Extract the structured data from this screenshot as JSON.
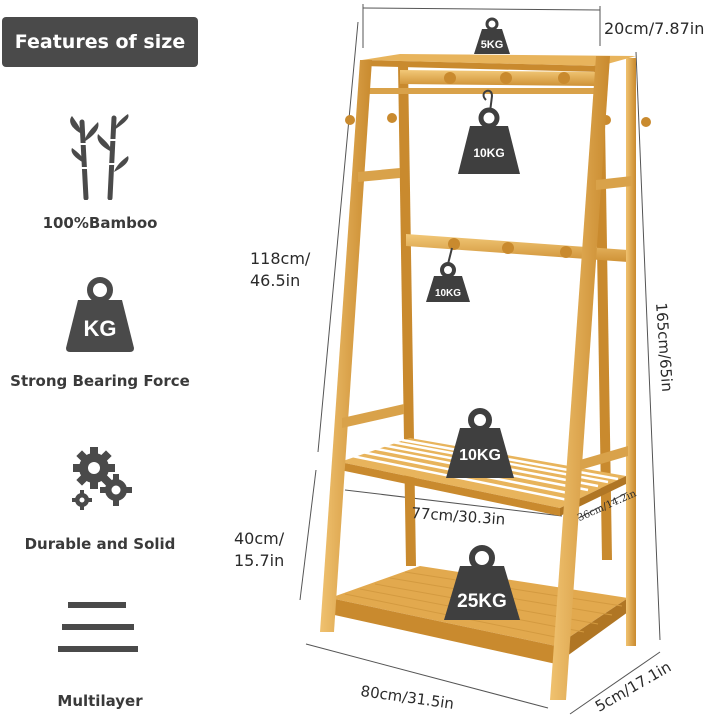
{
  "badge": {
    "title": "Features of size"
  },
  "features": [
    {
      "label": "100%Bamboo",
      "icon": "bamboo-icon"
    },
    {
      "label": "Strong Bearing Force",
      "icon": "kg-weight-icon",
      "icon_text": "KG"
    },
    {
      "label": "Durable and Solid",
      "icon": "gears-icon"
    },
    {
      "label": "Multilayer",
      "icon": "layers-icon"
    }
  ],
  "dimensions": {
    "top_depth": "20cm/7.87in",
    "upper_height_line1": "118cm/",
    "upper_height_line2": "46.5in",
    "total_height": "165cm/65in",
    "lower_height_line1": "40cm/",
    "lower_height_line2": "15.7in",
    "shelf_width": "77cm/30.3in",
    "shelf_depth": "36cm/14.2in",
    "base_width": "80cm/31.5in",
    "base_depth": "5cm/17.1in"
  },
  "weights": {
    "top": "5KG",
    "rail": "10KG",
    "hook": "10KG",
    "shelf": "10KG",
    "base": "25KG"
  },
  "colors": {
    "badge": "#4a4a4a",
    "icon": "#4a4a4a",
    "bamboo_light": "#e8b45c",
    "bamboo_dark": "#c98a2e",
    "weight": "#3f3f3f"
  }
}
